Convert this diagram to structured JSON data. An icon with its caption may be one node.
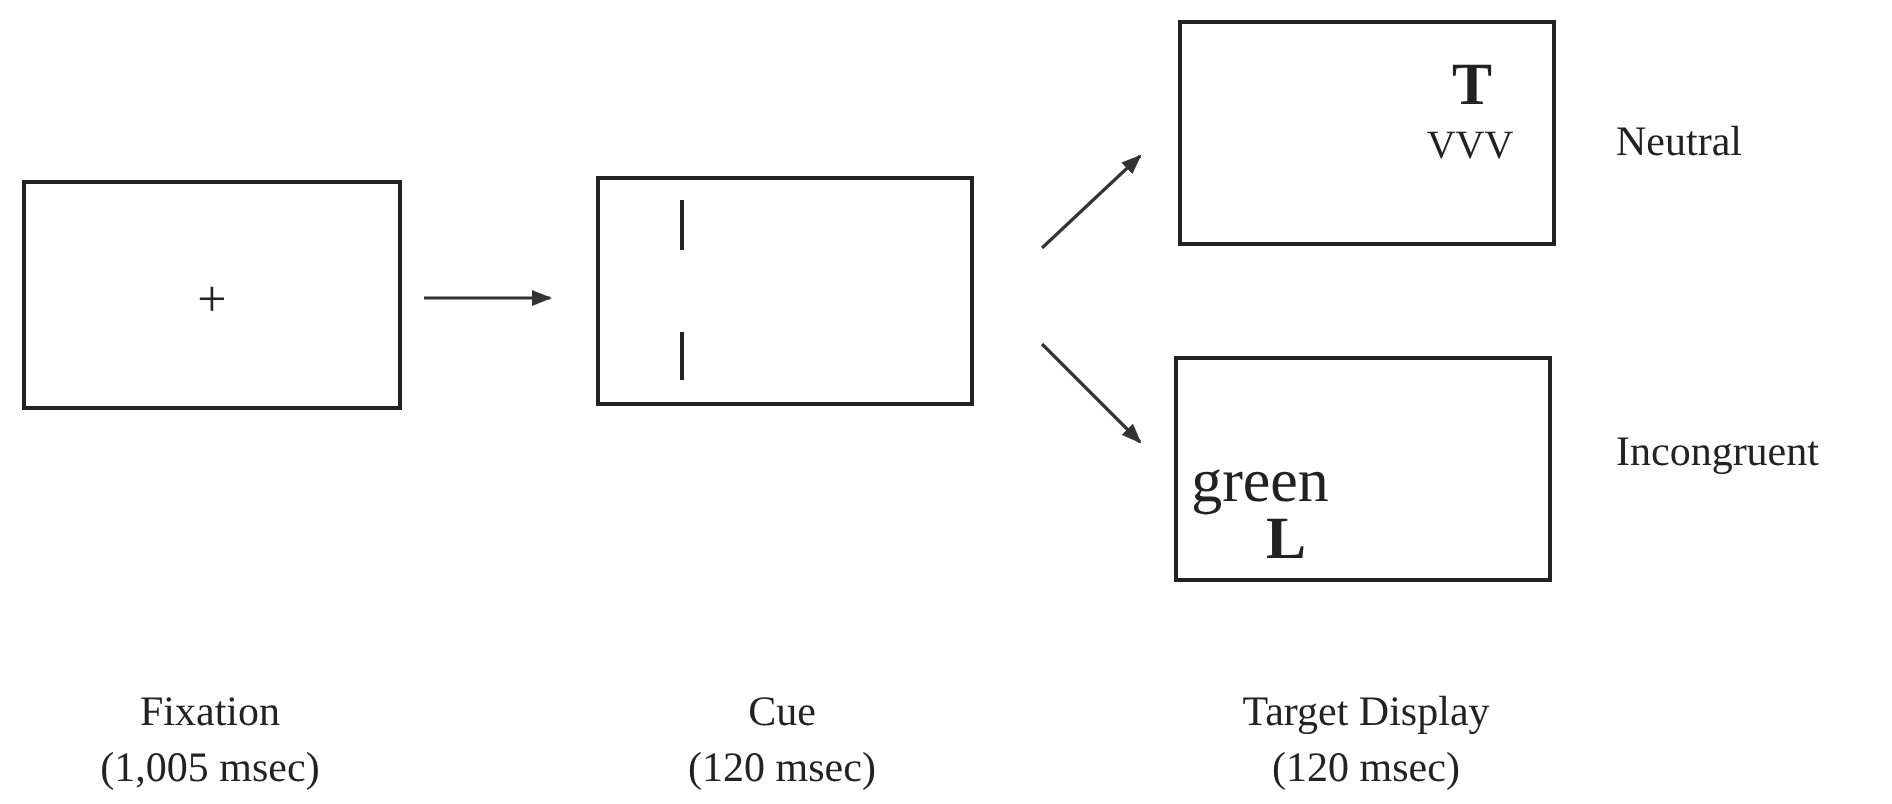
{
  "diagram": {
    "nodes": [
      {
        "text": [
          "+"
        ],
        "beside": [
          "Fixation",
          "(1,005 msec)"
        ]
      },
      {
        "text": [],
        "shape": "box",
        "beside": [
          "Cue",
          "(120 msec)"
        ]
      },
      {
        "text": [
          "T",
          "VVV"
        ],
        "beside": [
          "Neutral"
        ]
      },
      {
        "text": [
          "green",
          "L"
        ],
        "beside": [
          "Incongruent"
        ]
      }
    ],
    "edges": [
      {
        "from": 0,
        "to": 1,
        "arrow": "to"
      },
      {
        "from": 1,
        "to": 2,
        "arrow": "to"
      },
      {
        "from": 1,
        "to": 3,
        "arrow": "to"
      }
    ],
    "labels": [
      "Target Display",
      "(120 msec)"
    ]
  }
}
